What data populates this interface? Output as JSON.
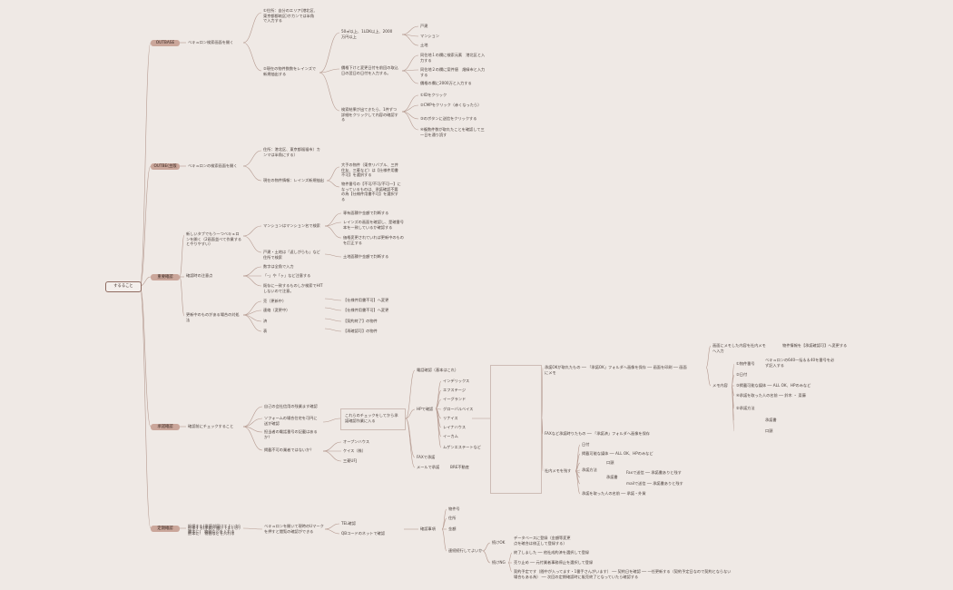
{
  "root": "するること",
  "sections": [
    {
      "id": "s1",
      "chip": "OUTBASE",
      "title": "ベキュロン検索画面を開く",
      "nodes": [
        "①住所：自分のエリア(港北区、東京都都筑区)ホカンでは半角で入力する",
        "②現在の物件数数をレインズで新規抽出する"
      ],
      "sub1": [
        "50㎡以上、1LDK以上、2000万円以上",
        "價格下けと変更日付を前回の取込日の翌日の日付を入力する。",
        "検索結果が出てきたら、1件ずつ詳細をクリックして内容の確認する"
      ],
      "sub2": [
        "戸建",
        "マンション",
        "土地",
        "同住地１の欄に検索元素　港北区と入力する",
        "同住地２の欄に案件値　畑緑市と入力する",
        "價格の欄に2000万と入力する",
        "①IDをクリック",
        "②CMPをクリック（赤くなったら）",
        "③のボタンに送信をクリックする",
        "④複数件数が取れたことを確認して三一日を通り読す"
      ]
    },
    {
      "id": "s2",
      "chip": "OUTBE(主版",
      "title": "ベキュロンの検索画面を開く",
      "nodes": [
        "住所：港北区、東京都福福市）カンマは半角にする）",
        "現在の物件情報：レインズ新規抽出"
      ],
      "sub1": [
        "大手の物件（東京リバブル、三井住友、三菱など）は【仕様件用書不可】を選択する",
        "物件番号の【不可/不可/不可一】になっているものは、承諾確認不要の為【仕様件用書不可】を選択する"
      ]
    },
    {
      "id": "s3",
      "chip": "重要確認",
      "title": "",
      "nodes": [
        "新しいタブでもう一つベキュロンを開く（2画面並べて作業するとやりやすい）",
        "確認時の注意点",
        "更新中のものがある場合の対処法"
      ],
      "sub1": [
        "マンションはマンション名で検索",
        "戸建・土地は「返しがらも」など住所で検索",
        "数字は全角で入力",
        "「ｰ」や「ヶ」など注意する",
        "既存に一致するものしか検索でHITしないので注意。",
        "売（更新中）",
        "連絡（変更中）",
        "済",
        "表"
      ],
      "sub2": [
        "専有面積や金額で判断する",
        "レインズの画面を確認し、是確番号本を一致しているか確認する",
        "価格変更されていれば更新中のものを訂正する",
        "土地面積や金額で判断する",
        "【仕様件用書不可】へ変更",
        "【仕様件用書不可】へ変更",
        "【契約終了】の物件",
        "【再確認可】の物件"
      ]
    },
    {
      "id": "s4",
      "chip": "承諾確認",
      "title": "確認前にチェックすること",
      "nodes": [
        "自己の会社信用の残業ます確認",
        "ソフォームの場合住宅を可円に送が確認",
        "担当者の電話番号の記載はあるか？",
        "掲載不可の業者ではないか？"
      ],
      "mid": "これらのチェックをしてから承諾確認作業に入る",
      "vendors": [
        "オープンハウス",
        "ケイス（株）",
        "三菱UFJ"
      ],
      "hp": [
        "電話確認（基本はこれ）",
        "HPで確認",
        "FAXで承諾",
        "メールで承諾"
      ],
      "hpsites": [
        "インデリックス",
        "エフステージ",
        "イーグランド",
        "グローバルベイス",
        "リナイス",
        "レイナハウス",
        "イーカム",
        "ムゲンエステートなど"
      ],
      "mail": "BRE不動産",
      "result": "承諾がとれた後の作業",
      "after": [
        "承諾OKが取れたもの ── 「承諾OK」フォルダへ画像を保存 ── 画面を印刷 ── 画面にメモ",
        "FAXなど承諾時りたもの ── 「承諾済」フォルダへ画像を保存",
        "社内メモを残す"
      ],
      "memo": [
        "画面にメモした内容を社内メモへ入力",
        "メモ内容",
        "①物件番号",
        "②日付",
        "③掲載可能な媒体 ── ALL OK、HPのみなど",
        "④承諾を取った人の名前 ── 鈴木 ・ 斎藤",
        "⑤承諾方法",
        "口頭",
        "承諾書",
        "Faxで送信 ── 承諾書ありと残す",
        "mailで送信 ── 承諾書ありと残す",
        "物件情報を【承諾確認可】へ変更する",
        "ベキュロンの640一括＆＆40を番号を必ず記入する"
      ],
      "inner": [
        "日付",
        "掲載可能な媒体 ── ALL OK、HPのみなど",
        "承諾方法",
        "口頭",
        "承諾書",
        "Faxで送信 ── 承諾書ありと残す",
        "mailで送信 ── 承諾書ありと残す",
        "承諾を取った人の名前 ── 承諾・外貨"
      ]
    },
    {
      "id": "s5",
      "chip": "定期確認",
      "title": "担保すも(承諾が届けてよいか）謄本に！ 物価などを入れる",
      "nodes": [
        "ベキュロンを開いて現時のUマークを押すと閲覧の確認ができる"
      ],
      "sub1": [
        "TEL確認",
        "QBコードのネットで確認"
      ],
      "confirm": "確認事項",
      "items": [
        "物件号",
        "住所",
        "金額",
        "連続続行してよいか"
      ],
      "ok": "続けOK",
      "okdesc": "データベースに登録（金額等変更点を確合は修正して登録する）",
      "ng": "続けNG",
      "ngitems": [
        "終了しました ── 他社成約済を選択して登録",
        "売り止め ── 元付業者事務停止を選択して登録",
        "契約予定です（間中が入ってます・1番手さんがいます） ── 契約日を確認 ── 一任更新する（契約予定日なので契約とならない場合もある為） ── 次回の定期確認時に販売終了となっていたら確認する"
      ]
    }
  ]
}
